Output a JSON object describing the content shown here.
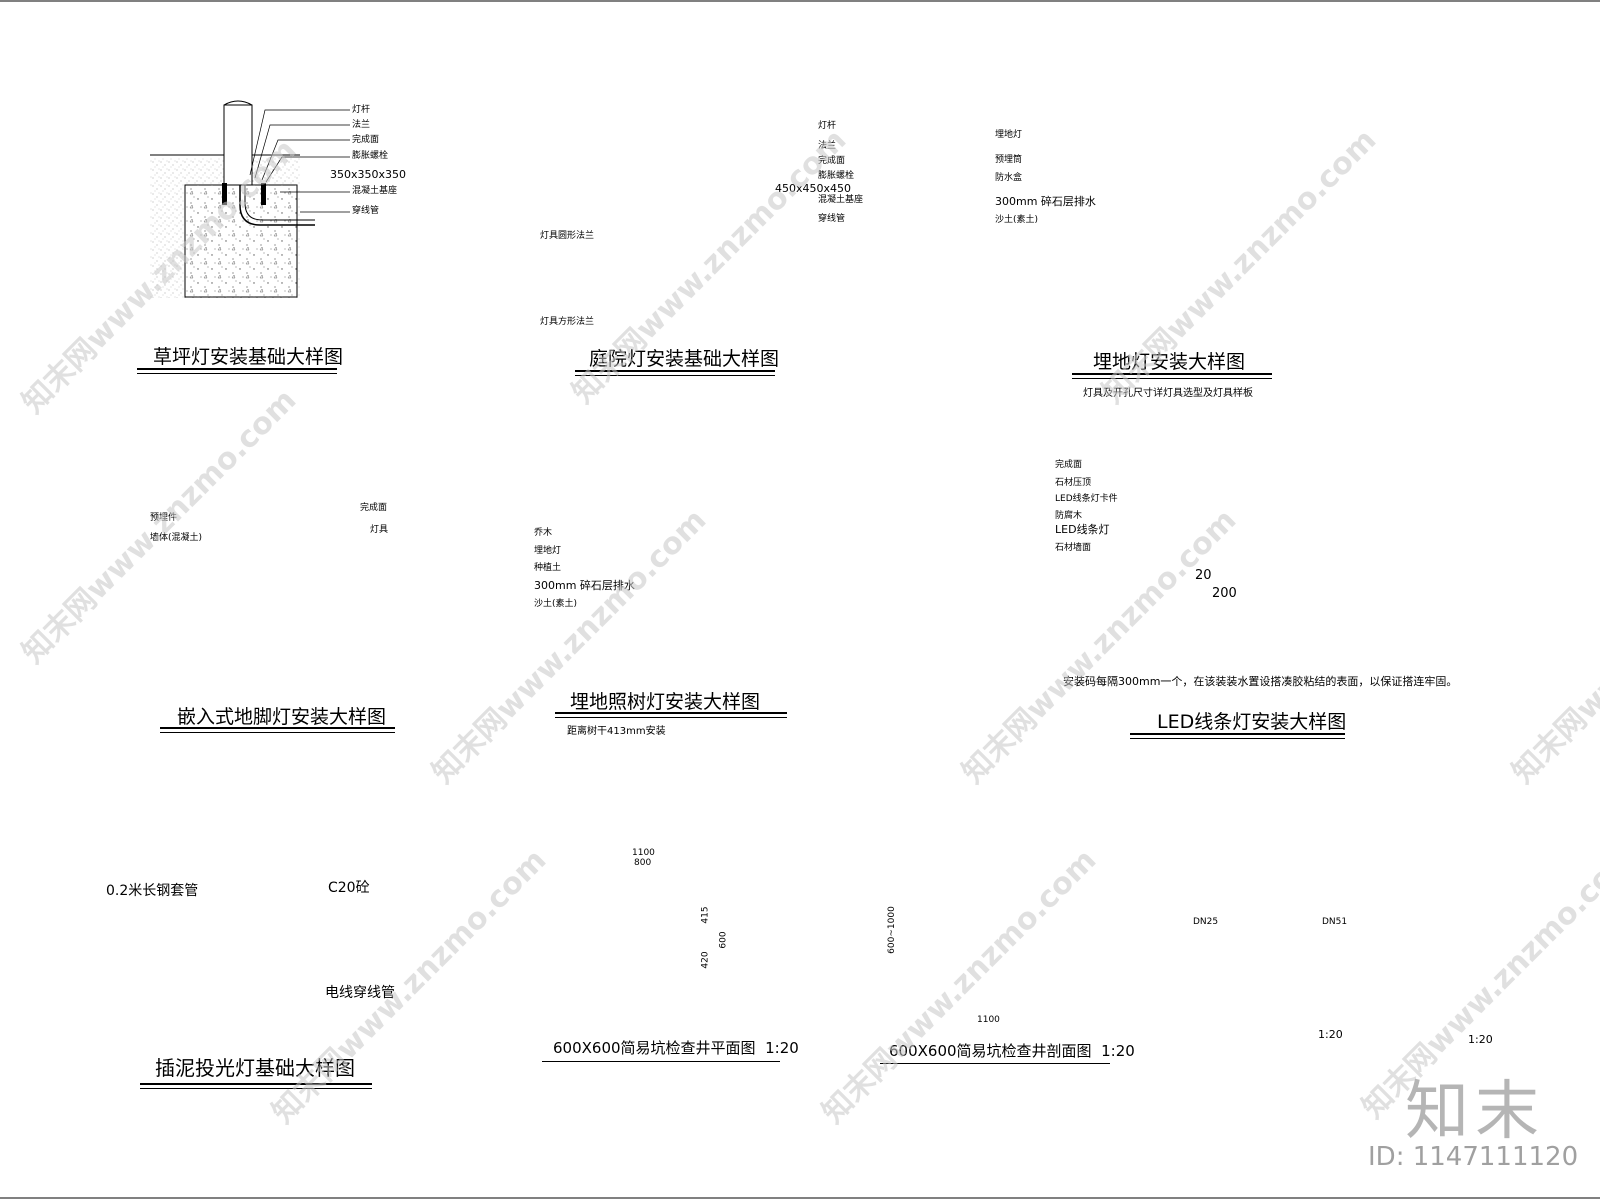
{
  "titles": {
    "lawn": "草坪灯安装基础大样图",
    "garden": "庭院灯安装基础大样图",
    "buried": "埋地灯安装大样图",
    "embedded": "嵌入式地脚灯安装大样图",
    "tree": "埋地照树灯安装大样图",
    "led": "LED线条灯安装大样图",
    "spike": "插泥投光灯基础大样图",
    "pit_plan": "600X600简易坑检查井平面图",
    "pit_plan_scale": "1:20",
    "pit_section": "600X600简易坑检查井剖面图",
    "pit_section_scale": "1:20",
    "box1_scale": "1:20",
    "box2_scale": "1:20"
  },
  "notes": {
    "lawn_size": "350x350x350",
    "garden_size": "450x450x450",
    "buried_gravel": "300mm",
    "buried_note": "灯具及开孔尺寸详灯具选型及灯具样板",
    "tree_gravel": "300mm",
    "tree_note": "距离树干413mm安装",
    "led_label": "LED",
    "led_dim1": "20",
    "led_dim2": "200",
    "led_note": "安装码每隔300mm一个，在该装装水置设搭凑胶粘结的表面，以保证搭连牢固。",
    "spike_pipe": "0.2米长钢套管",
    "spike_concrete": "C20砼",
    "spike_conduit": "电线穿线管",
    "plan_dim_outer": "1100",
    "plan_dim_inner": "800",
    "plan_dim_r1": "415",
    "plan_dim_r2": "600",
    "plan_dim_r3": "420",
    "sec_dim_left": "600~1000",
    "sec_dim_bottom": "1100",
    "box1_left": "DN25",
    "box1_right": "DN51"
  },
  "watermark": "知末网www.znzmo.com",
  "brand": "知末",
  "id_label": "ID: 1147111120"
}
